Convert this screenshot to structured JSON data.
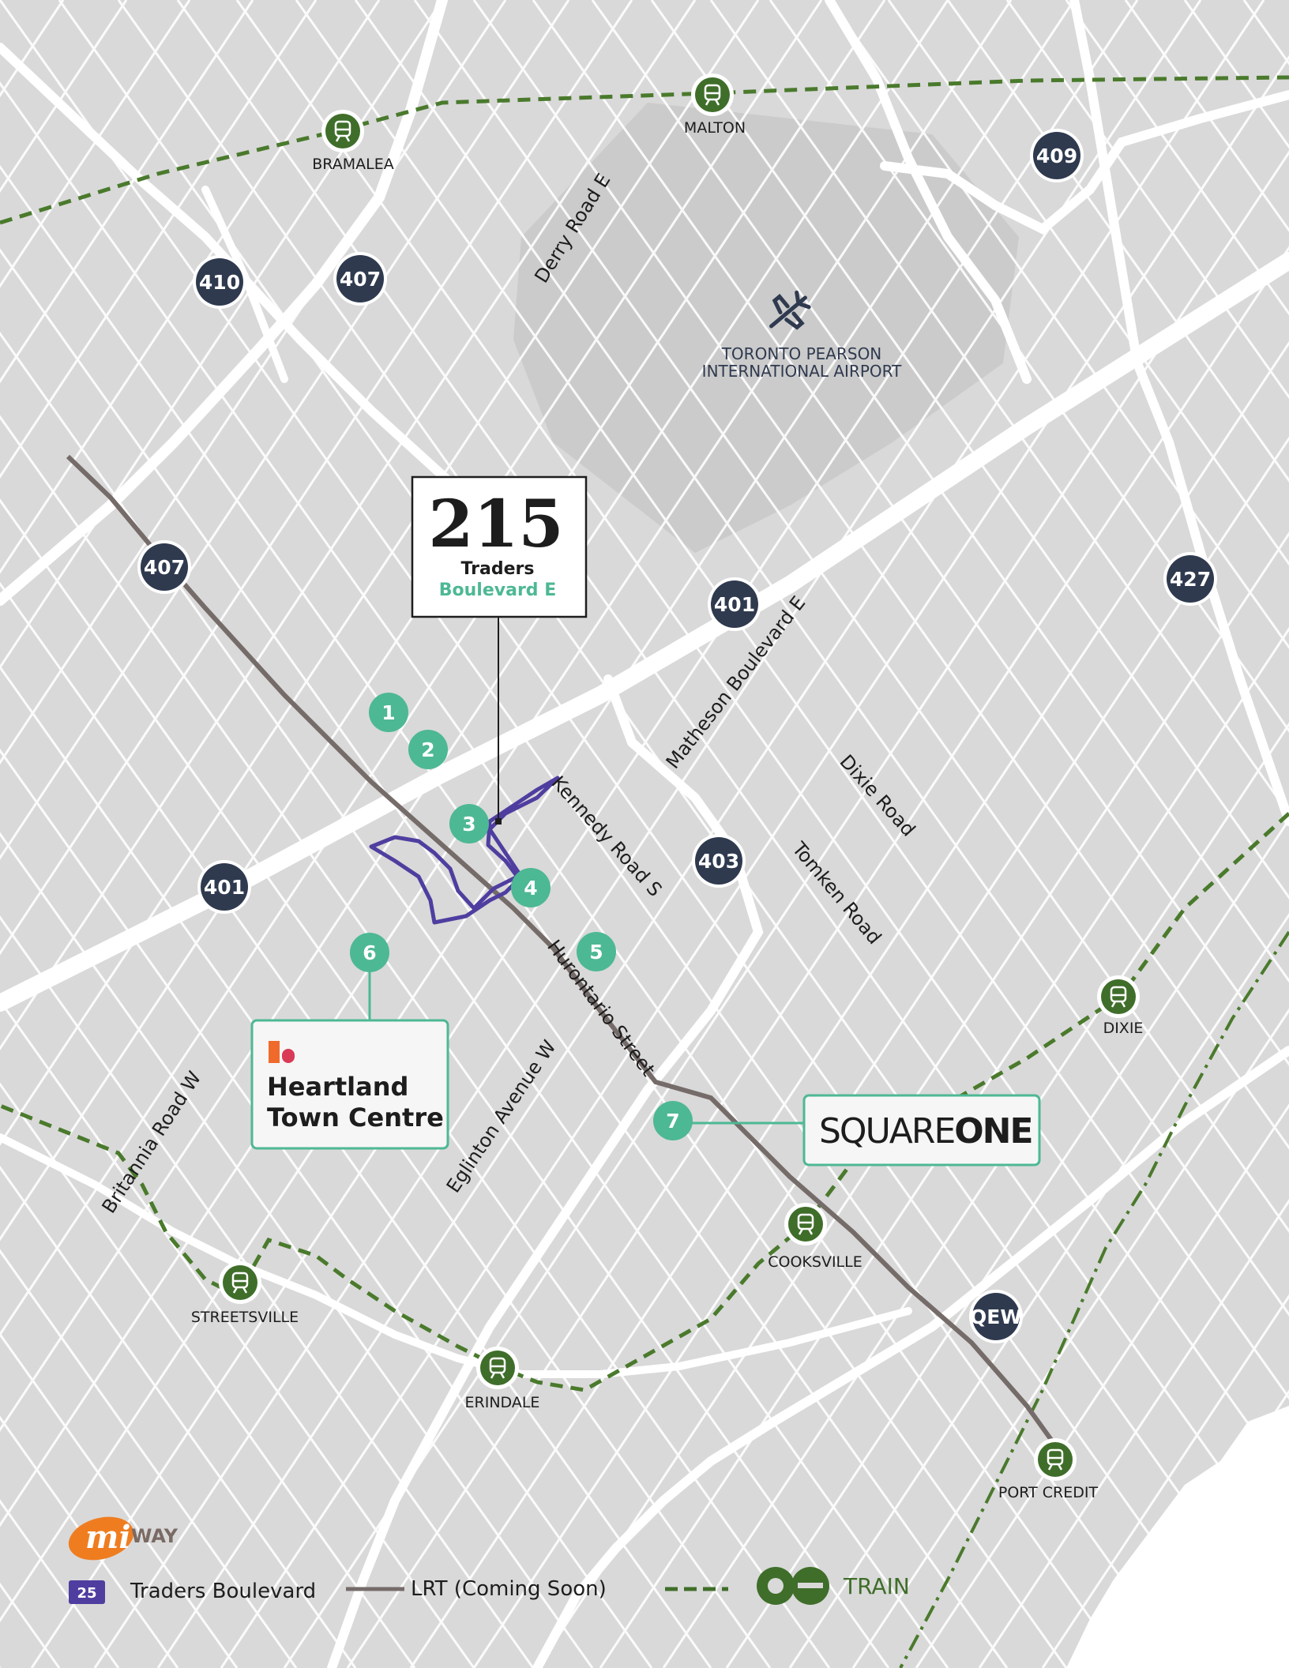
{
  "colors": {
    "land": "#d9d9d9",
    "road": "#ffffff",
    "airport": "#cbcbcb",
    "water": "#ffffff",
    "highway_shield": "#2f3a4f",
    "go_line": "#4a7a2c",
    "go_station": "#3f6e2a",
    "lrt": "#756c6a",
    "route_25": "#4f3ea0",
    "poi": "#4db894",
    "heartland_red": "#d93a55",
    "heartland_orange": "#f06a2c",
    "miway_orange": "#ef7d20"
  },
  "highways": [
    {
      "id": "h-410",
      "label": "410"
    },
    {
      "id": "h-407-north",
      "label": "407"
    },
    {
      "id": "h-409",
      "label": "409"
    },
    {
      "id": "h-407-west",
      "label": "407"
    },
    {
      "id": "h-401-east",
      "label": "401"
    },
    {
      "id": "h-427",
      "label": "427"
    },
    {
      "id": "h-401-west",
      "label": "401"
    },
    {
      "id": "h-403",
      "label": "403"
    },
    {
      "id": "h-qew",
      "label": "QEW"
    }
  ],
  "stations": [
    {
      "id": "malton",
      "label": "MALTON"
    },
    {
      "id": "bramalea",
      "label": "BRAMALEA"
    },
    {
      "id": "dixie",
      "label": "DIXIE"
    },
    {
      "id": "cooksville",
      "label": "COOKSVILLE"
    },
    {
      "id": "streetsville",
      "label": "STREETSVILLE"
    },
    {
      "id": "erindale",
      "label": "ERINDALE"
    },
    {
      "id": "port-credit",
      "label": "PORT CREDIT"
    }
  ],
  "streets": {
    "derry": "Derry Road E",
    "matheson": "Matheson Boulevard E",
    "dixie": "Dixie Road",
    "kennedy": "Kennedy Road S",
    "tomken": "Tomken Road",
    "hurontario": "Hurontario Street",
    "eglinton": "Eglinton Avenue W",
    "britannia": "Britannia Road W"
  },
  "airport": {
    "line1": "TORONTO PEARSON",
    "line2": "INTERNATIONAL AIRPORT"
  },
  "site": {
    "number": "215",
    "line1": "Traders",
    "line2": "Boulevard E"
  },
  "pois": [
    "1",
    "2",
    "3",
    "4",
    "5",
    "6",
    "7"
  ],
  "heartland": {
    "line1": "Heartland",
    "line2": "Town Centre"
  },
  "square_one": {
    "light": "SQUARE",
    "bold": "ONE"
  },
  "legend": {
    "miway_mark": "mi",
    "miway_word": "WAY",
    "route_number": "25",
    "route_label": "Traders Boulevard",
    "lrt_label": "LRT (Coming Soon)",
    "train_label": "TRAIN"
  }
}
